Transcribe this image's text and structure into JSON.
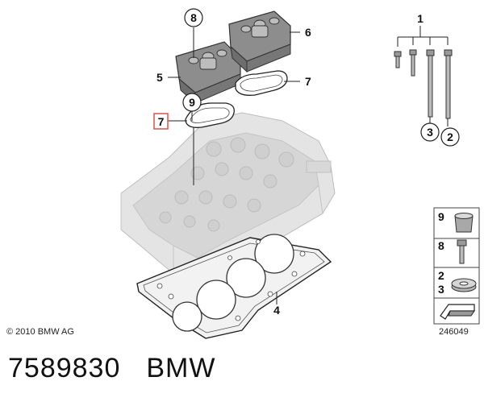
{
  "callouts": {
    "c1": "1",
    "c2": "2",
    "c3": "3",
    "c4": "4",
    "c5": "5",
    "c6": "6",
    "c7a": "7",
    "c7b": "7",
    "c8": "8",
    "c9": "9"
  },
  "legend": {
    "l9": "9",
    "l8": "8",
    "l2": "2",
    "l3": "3"
  },
  "copyright": "© 2010 BMW AG",
  "diagram_id": "246049",
  "footer": {
    "part_number": "7589830",
    "brand": "BMW"
  },
  "colors": {
    "highlight_box": "#d9534f",
    "part_grey": "#c8c8c8",
    "outline": "#333333"
  }
}
